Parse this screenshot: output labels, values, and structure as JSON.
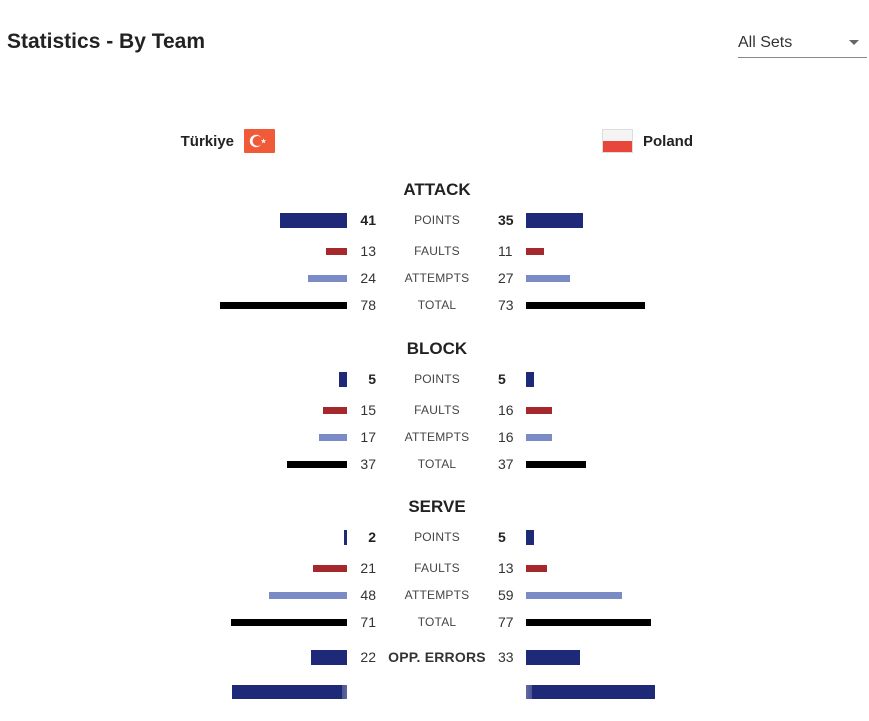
{
  "header": {
    "title": "Statistics - By Team"
  },
  "sets_filter": {
    "value": "All Sets"
  },
  "teams": {
    "home": {
      "name": "Türkiye",
      "flag_icon": "turkey-flag-icon"
    },
    "away": {
      "name": "Poland",
      "flag_icon": "poland-flag-icon"
    }
  },
  "colors": {
    "points": "#1e2a78",
    "faults": "#a4282c",
    "attempts": "#7b8bc6",
    "total": "#000000",
    "opp_errors": "#1e2a78"
  },
  "sections": [
    {
      "title": "ATTACK",
      "rows": [
        {
          "label": "POINTS",
          "home": "41",
          "away": "35",
          "kind": "points"
        },
        {
          "label": "FAULTS",
          "home": "13",
          "away": "11",
          "kind": "faults"
        },
        {
          "label": "ATTEMPTS",
          "home": "24",
          "away": "27",
          "kind": "attempts"
        },
        {
          "label": "TOTAL",
          "home": "78",
          "away": "73",
          "kind": "total"
        }
      ]
    },
    {
      "title": "BLOCK",
      "rows": [
        {
          "label": "POINTS",
          "home": "5",
          "away": "5",
          "kind": "points"
        },
        {
          "label": "FAULTS",
          "home": "15",
          "away": "16",
          "kind": "faults"
        },
        {
          "label": "ATTEMPTS",
          "home": "17",
          "away": "16",
          "kind": "attempts"
        },
        {
          "label": "TOTAL",
          "home": "37",
          "away": "37",
          "kind": "total"
        }
      ]
    },
    {
      "title": "SERVE",
      "rows": [
        {
          "label": "POINTS",
          "home": "2",
          "away": "5",
          "kind": "points"
        },
        {
          "label": "FAULTS",
          "home": "21",
          "away": "13",
          "kind": "faults"
        },
        {
          "label": "ATTEMPTS",
          "home": "48",
          "away": "59",
          "kind": "attempts"
        },
        {
          "label": "TOTAL",
          "home": "71",
          "away": "77",
          "kind": "total"
        }
      ]
    }
  ],
  "opp_errors": {
    "label": "OPP. ERRORS",
    "home": "22",
    "away": "33"
  }
}
